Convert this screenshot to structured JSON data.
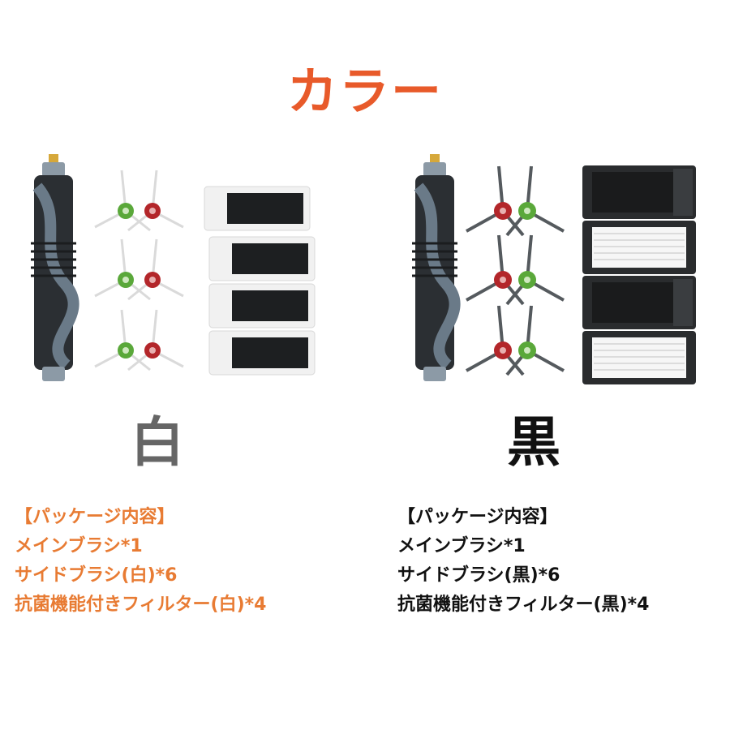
{
  "title": "カラー",
  "colors": {
    "title": "#e85a2a",
    "white_text": "#e87b33",
    "black_text": "#111111",
    "white_label": "#666666",
    "black_label": "#111111"
  },
  "variants": {
    "white": {
      "label": "白",
      "package": {
        "header": "【パッケージ内容】",
        "items": [
          "メインブラシ*1",
          "サイドブラシ(白)*6",
          "抗菌機能付きフィルター(白)*4"
        ]
      }
    },
    "black": {
      "label": "黒",
      "package": {
        "header": "【パッケージ内容】",
        "items": [
          "メインブラシ*1",
          "サイドブラシ(黒)*6",
          "抗菌機能付きフィルター(黒)*4"
        ]
      }
    }
  }
}
